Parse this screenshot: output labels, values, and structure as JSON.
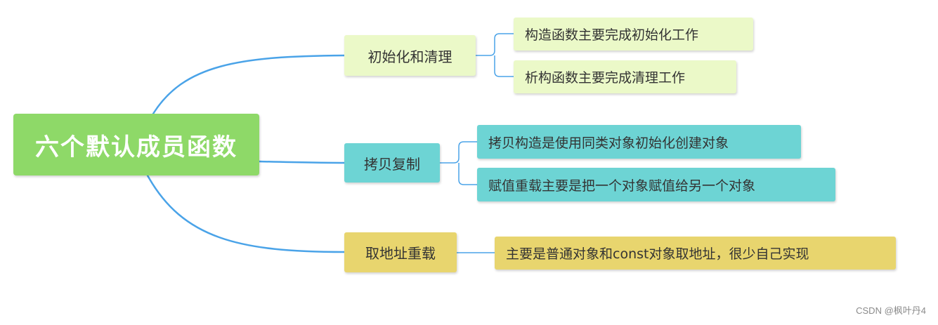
{
  "root": {
    "label": "六个默认成员函数"
  },
  "branches": [
    {
      "label": "初始化和清理",
      "children": [
        "构造函数主要完成初始化工作",
        "析构函数主要完成清理工作"
      ]
    },
    {
      "label": "拷贝复制",
      "children": [
        "拷贝构造是使用同类对象初始化创建对象",
        "赋值重载主要是把一个对象赋值给另一个对象"
      ]
    },
    {
      "label": "取地址重载",
      "children": [
        "主要是普通对象和const对象取地址，很少自己实现"
      ]
    }
  ],
  "watermark": "CSDN @枫叶丹4",
  "colors": {
    "root": "#8ed968",
    "branch_1": "#ebf9c8",
    "branch_2": "#6dd4d4",
    "branch_3": "#e8d56e",
    "connector": "#4aa3e8"
  }
}
